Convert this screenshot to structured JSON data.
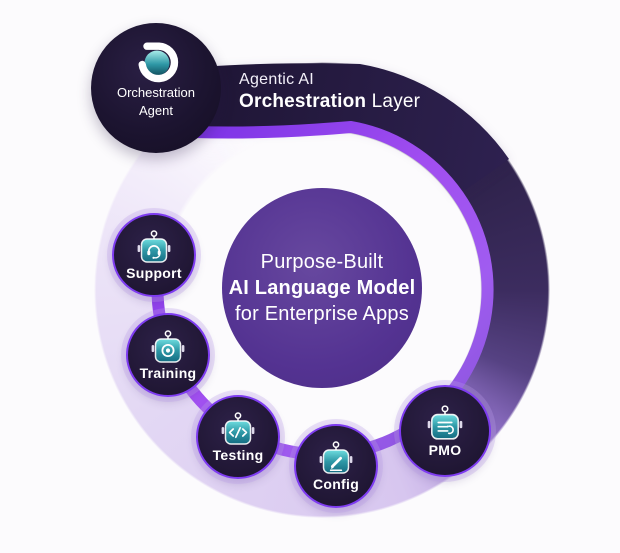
{
  "orchestrator": {
    "label_line1": "Orchestration",
    "label_line2": "Agent"
  },
  "banner": {
    "line1": "Agentic AI",
    "line2_bold": "Orchestration",
    "line2_rest": " Layer"
  },
  "center": {
    "line1": "Purpose-Built",
    "line2": "AI Language Model",
    "line3": "for Enterprise Apps"
  },
  "agents": [
    {
      "label": "Support",
      "icon": "headset-robot-icon"
    },
    {
      "label": "Training",
      "icon": "target-robot-icon"
    },
    {
      "label": "Testing",
      "icon": "code-robot-icon"
    },
    {
      "label": "Config",
      "icon": "pencil-robot-icon"
    },
    {
      "label": "PMO",
      "icon": "tasks-robot-icon"
    }
  ],
  "colors": {
    "band_dark": "#281d40",
    "stripe_accent": "#a14ef0",
    "lavender": "#dccdf1",
    "center_purple": "#543392",
    "node_ring": "#7e3cf0",
    "icon_teal": "#2e98a6"
  }
}
